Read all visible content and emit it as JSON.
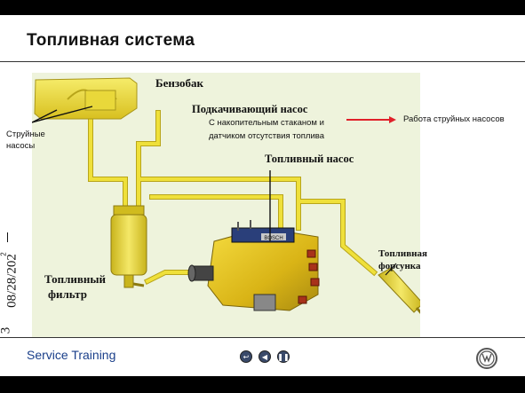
{
  "slide": {
    "title": "Топливная система",
    "date_main": "08/28/202",
    "date_sup": "2",
    "date_end": "3",
    "footer": "Service Training"
  },
  "diagram": {
    "labels": {
      "tank": "Бензобак",
      "lift_pump": "Подкачивающий насос",
      "lift_pump_note_line1": "С накопительным стаканом и",
      "lift_pump_note_line2": "датчиком отсутствия топлива",
      "jet_pumps_line1": "Струйные",
      "jet_pumps_line2": "насосы",
      "fuel_pump": "Топливный насос",
      "filter_line1": "Топливный",
      "filter_line2": "фильтр",
      "injector_line1": "Топливная",
      "injector_line2": "форсунка",
      "pump_brand": "BOSCH"
    },
    "legend": {
      "label": "Работа струйных насосов",
      "arrow_color": "#e0202a"
    },
    "colors": {
      "fuel_line": "#efe03a",
      "fuel_line_edge": "#b8a51a",
      "pump_body": "#e8c41e",
      "background": "#eef3dc"
    }
  },
  "navigation": {
    "back_icon": "return-arrow-icon",
    "prev_icon": "previous-arrow-icon",
    "pause_icon": "pause-icon",
    "logo": "vw-logo"
  }
}
